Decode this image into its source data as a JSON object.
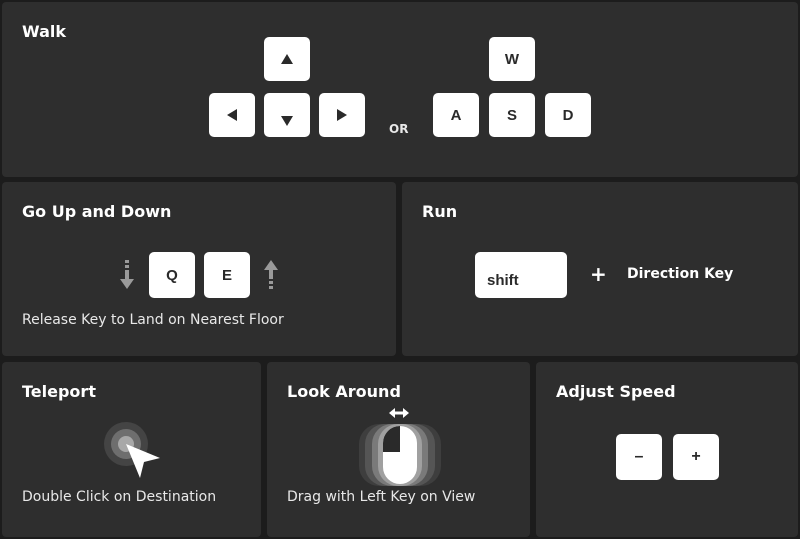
{
  "walk": {
    "title": "Walk",
    "or_label": "OR",
    "keys": {
      "w": "W",
      "a": "A",
      "s": "S",
      "d": "D"
    }
  },
  "up_down": {
    "title": "Go Up and Down",
    "key_down": "Q",
    "key_up": "E",
    "desc": "Release Key to Land on Nearest Floor"
  },
  "run": {
    "title": "Run",
    "key": "shift",
    "plus": "+",
    "desc": "Direction Key"
  },
  "teleport": {
    "title": "Teleport",
    "desc": "Double Click on Destination"
  },
  "look": {
    "title": "Look Around",
    "desc": "Drag with Left Key on View"
  },
  "speed": {
    "title": "Adjust Speed",
    "minus": "–",
    "plus": "+"
  },
  "colors": {
    "background": "#1c1c1c",
    "panel": "#2e2e2e",
    "key": "#ffffff",
    "key_text": "#2a2a2a",
    "icon_gray": "#9a9a9a"
  }
}
